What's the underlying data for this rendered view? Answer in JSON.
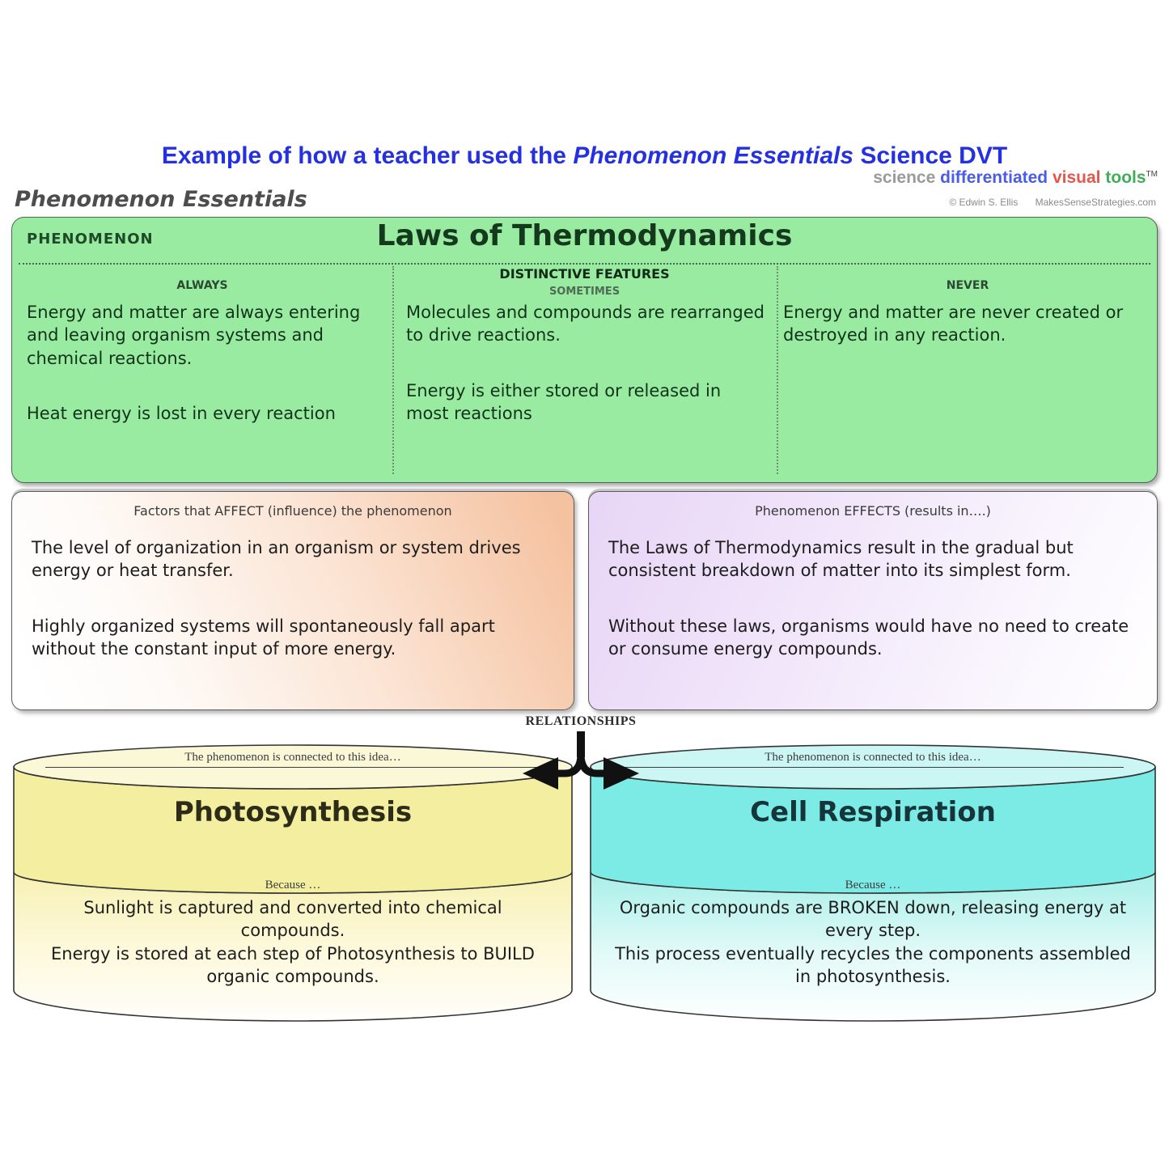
{
  "header": {
    "title_prefix": "Example of how a teacher used the ",
    "title_italic": "Phenomenon Essentials",
    "title_suffix": " Science DVT",
    "brand": {
      "word1": "science",
      "word2": "differentiated",
      "word3": "visual",
      "word4": "tools",
      "tm": "TM"
    },
    "copyright": "© Edwin S. Ellis",
    "website": "MakesSenseStrategies.com",
    "doc_label": "Phenomenon Essentials"
  },
  "phenomenon_box": {
    "label": "PHENOMENON",
    "title": "Laws of Thermodynamics",
    "distinctive_features_header": "DISTINCTIVE FEATURES",
    "columns": {
      "always": {
        "header": "ALWAYS",
        "paragraphs": [
          "Energy and matter are always entering and leaving organism systems and chemical reactions.",
          "Heat energy is lost in every reaction"
        ]
      },
      "sometimes": {
        "header": "SOMETIMES",
        "paragraphs": [
          "Molecules and compounds are rearranged to drive reactions.",
          "Energy is either stored or released in most reactions"
        ]
      },
      "never": {
        "header": "NEVER",
        "paragraphs": [
          "Energy and matter are never created or destroyed in any reaction."
        ]
      }
    }
  },
  "affect_box": {
    "header": "Factors that AFFECT  (influence) the phenomenon",
    "paragraphs": [
      "The level of organization in an organism or system drives energy or heat transfer.",
      "Highly organized systems will spontaneously fall apart without the constant input of more energy."
    ]
  },
  "effects_box": {
    "header": "Phenomenon EFFECTS (results in….)",
    "paragraphs": [
      "The Laws of Thermodynamics result in the gradual but consistent breakdown of matter into its simplest form.",
      "Without these laws, organisms would have no need to create or consume energy compounds."
    ]
  },
  "relationships": {
    "label": "RELATIONSHIPS"
  },
  "idea_left": {
    "connect_text": "The phenomenon is connected to this idea…",
    "title": "Photosynthesis",
    "because_label": "Because …",
    "paragraphs": [
      "Sunlight is captured and converted into chemical compounds.",
      "Energy is stored at each step of Photosynthesis to BUILD organic compounds."
    ]
  },
  "idea_right": {
    "connect_text": "The phenomenon  is connected to this idea…",
    "title": "Cell Respiration",
    "because_label": "Because …",
    "paragraphs": [
      "Organic compounds are BROKEN down, releasing energy at every step.",
      "This process eventually recycles the components assembled in photosynthesis."
    ]
  },
  "colors": {
    "title_blue": "#2531e0",
    "phenomenon_green": "#9aeba2",
    "affect_peach": "#f5c2a0",
    "effects_lavender": "#e8d5f6",
    "photosynthesis_yellow": "#f4efa0",
    "respiration_cyan": "#7ceae5"
  }
}
